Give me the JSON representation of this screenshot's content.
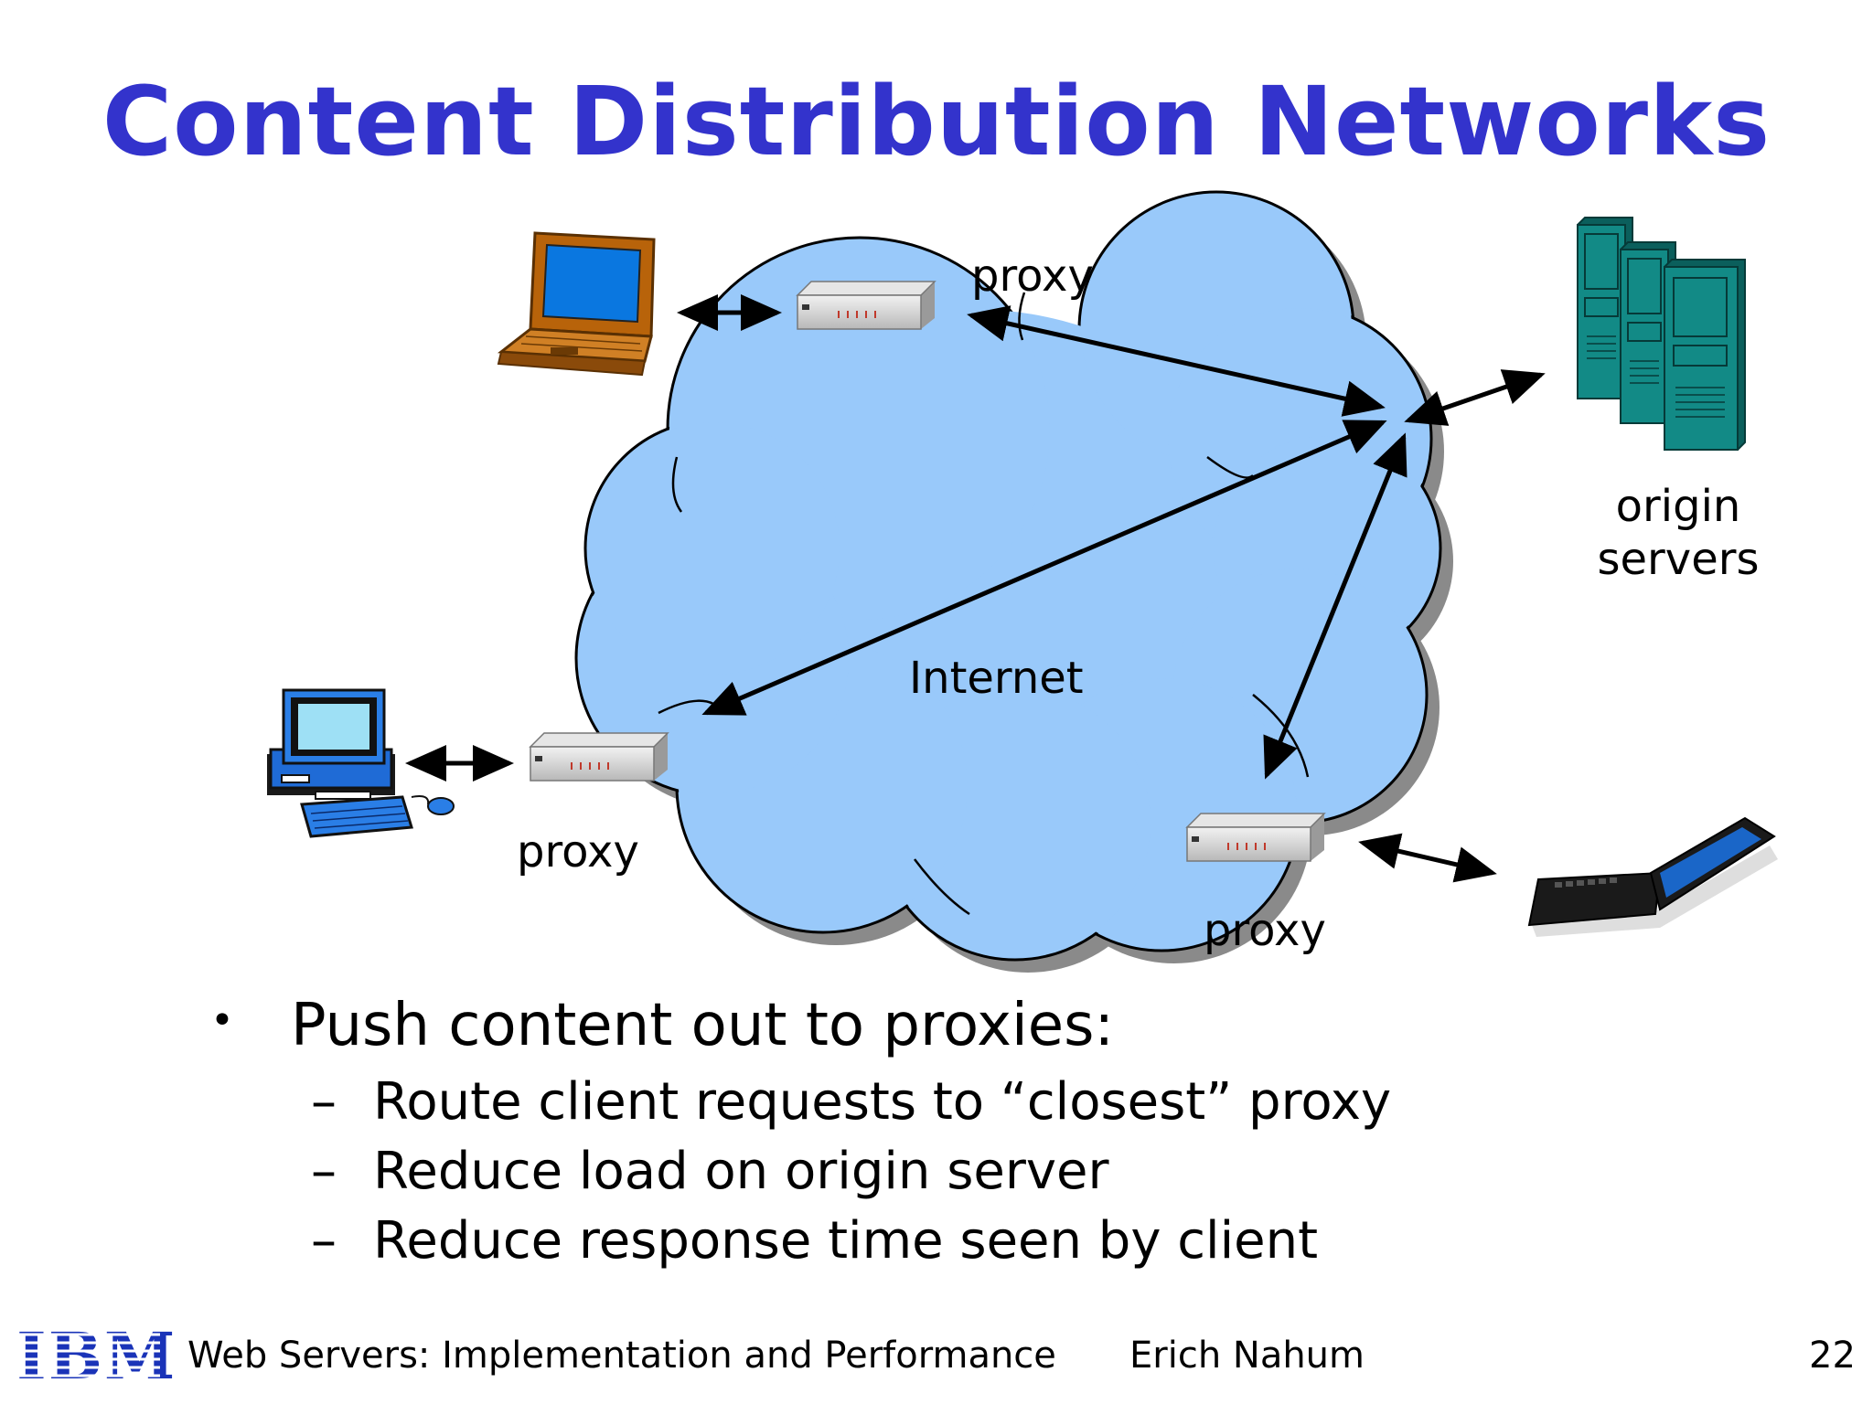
{
  "title": "Content Distribution Networks",
  "diagram": {
    "cloud_label": "Internet",
    "proxy_labels": [
      "proxy",
      "proxy",
      "proxy"
    ],
    "origin_label_lines": [
      "origin",
      "servers"
    ],
    "colors": {
      "cloud": "#99c9fa",
      "title": "#3333cc",
      "server": "#128a86"
    },
    "icons": [
      "laptop-icon",
      "desktop-computer-icon",
      "notebook-icon",
      "proxy-device-icon",
      "server-rack-icon"
    ]
  },
  "bullets": {
    "main": "Push content out to proxies:",
    "sub": [
      "Route client requests to “closest” proxy",
      "Reduce load on origin server",
      "Reduce response time seen by client"
    ]
  },
  "footer": {
    "logo": "IBM",
    "course": "Web Servers: Implementation and Performance",
    "author": "Erich Nahum",
    "page": "22"
  }
}
